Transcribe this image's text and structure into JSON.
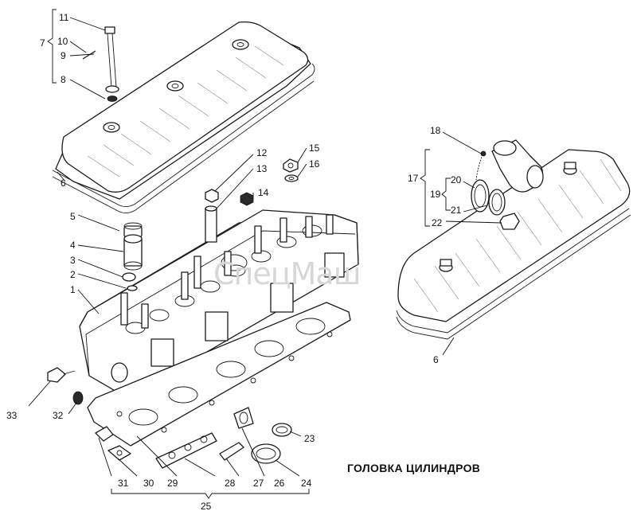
{
  "title": "ГОЛОВКА ЦИЛИНДРОВ",
  "watermark": "СпецМаш",
  "callouts": {
    "n1": "1",
    "n2": "2",
    "n3": "3",
    "n4": "4",
    "n5": "5",
    "n6": "6",
    "n7": "7",
    "n8": "8",
    "n9": "9",
    "n10": "10",
    "n11": "11",
    "n12": "12",
    "n13": "13",
    "n14": "14",
    "n15": "15",
    "n16": "16",
    "n17": "17",
    "n18": "18",
    "n19": "19",
    "n20": "20",
    "n21": "21",
    "n22": "22",
    "n23": "23",
    "n24": "24",
    "n25": "25",
    "n26": "26",
    "n27": "27",
    "n28": "28",
    "n29": "29",
    "n30": "30",
    "n31": "31",
    "n32": "32",
    "n33": "33"
  },
  "colors": {
    "ink": "#111111",
    "watermark": "#d7d7d7",
    "background": "#ffffff"
  }
}
